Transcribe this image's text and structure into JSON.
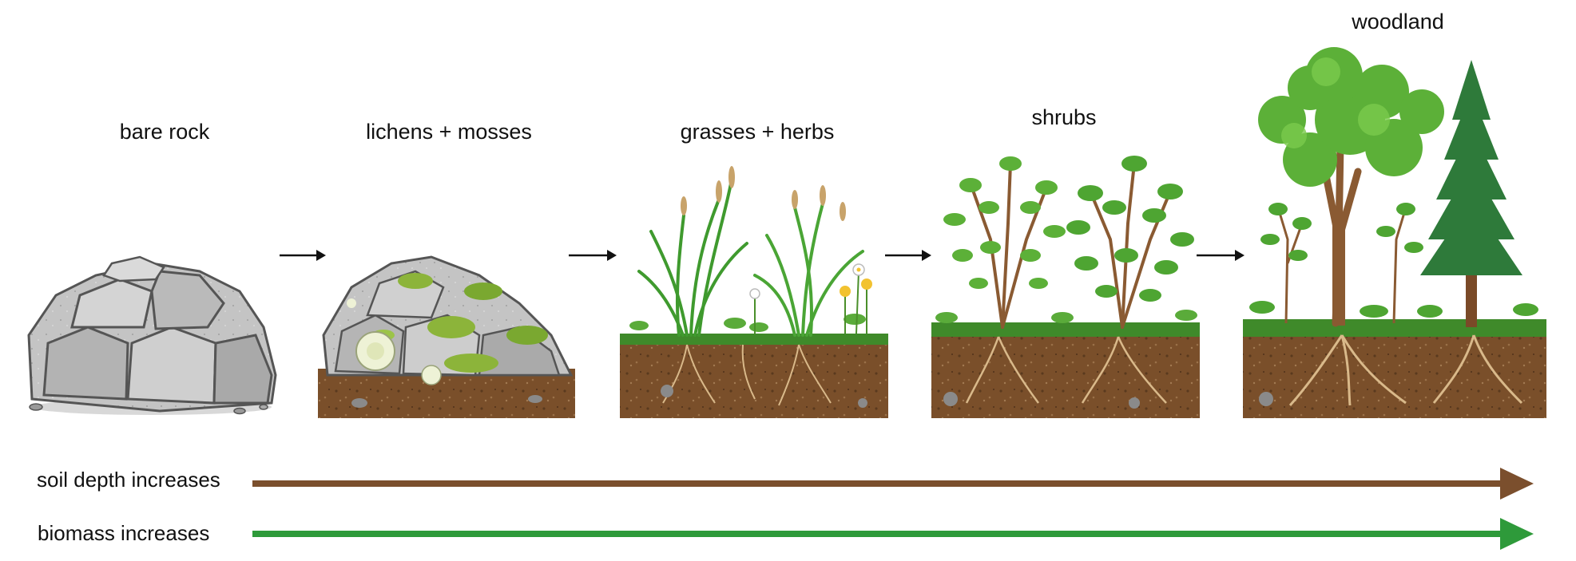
{
  "stages": [
    {
      "label": "bare rock"
    },
    {
      "label": "lichens + mosses"
    },
    {
      "label": "grasses + herbs"
    },
    {
      "label": "shrubs"
    },
    {
      "label": "woodland"
    }
  ],
  "trends": [
    {
      "label": "soil depth increases",
      "color": "#7b4f2d"
    },
    {
      "label": "biomass increases",
      "color": "#2e9a3a"
    }
  ],
  "colors": {
    "rock": "#bdbdbd",
    "rock_dark": "#6f6f6f",
    "soil": "#7a4f2a",
    "soil_dark": "#4e3119",
    "grass": "#3f9a2e",
    "leaf_light": "#6cbf3f",
    "leaf_dark": "#2f7d2a",
    "conifer": "#2e7a3a",
    "trunk": "#8a5a32",
    "lichen": "#eef2d6",
    "moss": "#8cb43a"
  }
}
